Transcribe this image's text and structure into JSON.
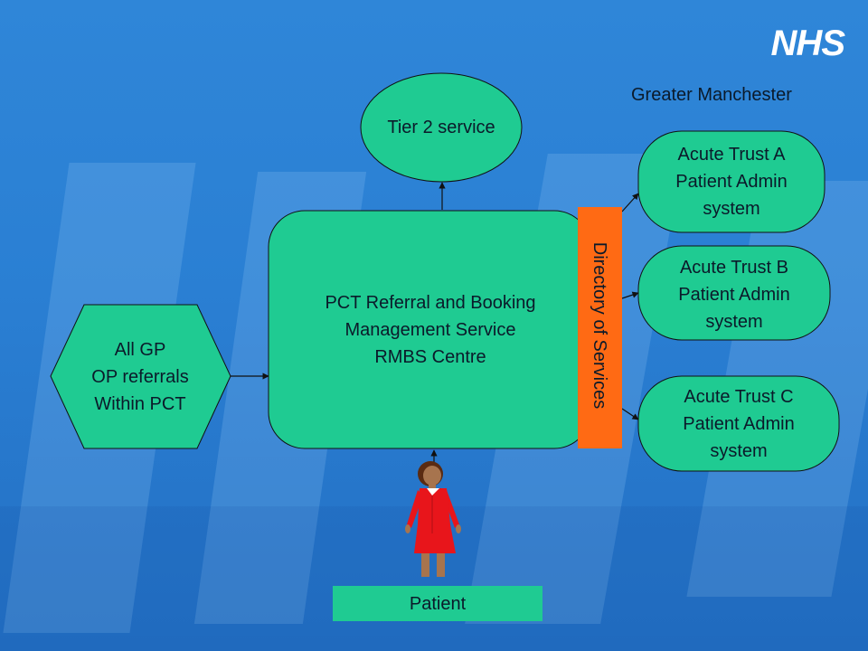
{
  "logo": {
    "text": "NHS"
  },
  "region_label": "Greater Manchester",
  "nodes": {
    "tier2": "Tier 2 service",
    "gp_referrals": "All GP\nOP referrals\nWithin PCT",
    "rmbs": "PCT Referral and Booking\nManagement Service\nRMBS Centre",
    "directory": "Directory of Services",
    "trust_a": "Acute Trust A\nPatient Admin\nsystem",
    "trust_b": "Acute Trust B\nPatient Admin\nsystem",
    "trust_c": "Acute Trust C\nPatient Admin\nsystem",
    "patient": "Patient"
  },
  "colors": {
    "node_fill": "#1fcb92",
    "directory_fill": "#ff6a14",
    "patient_dress": "#e8151b",
    "patient_skin": "#a7744e"
  }
}
